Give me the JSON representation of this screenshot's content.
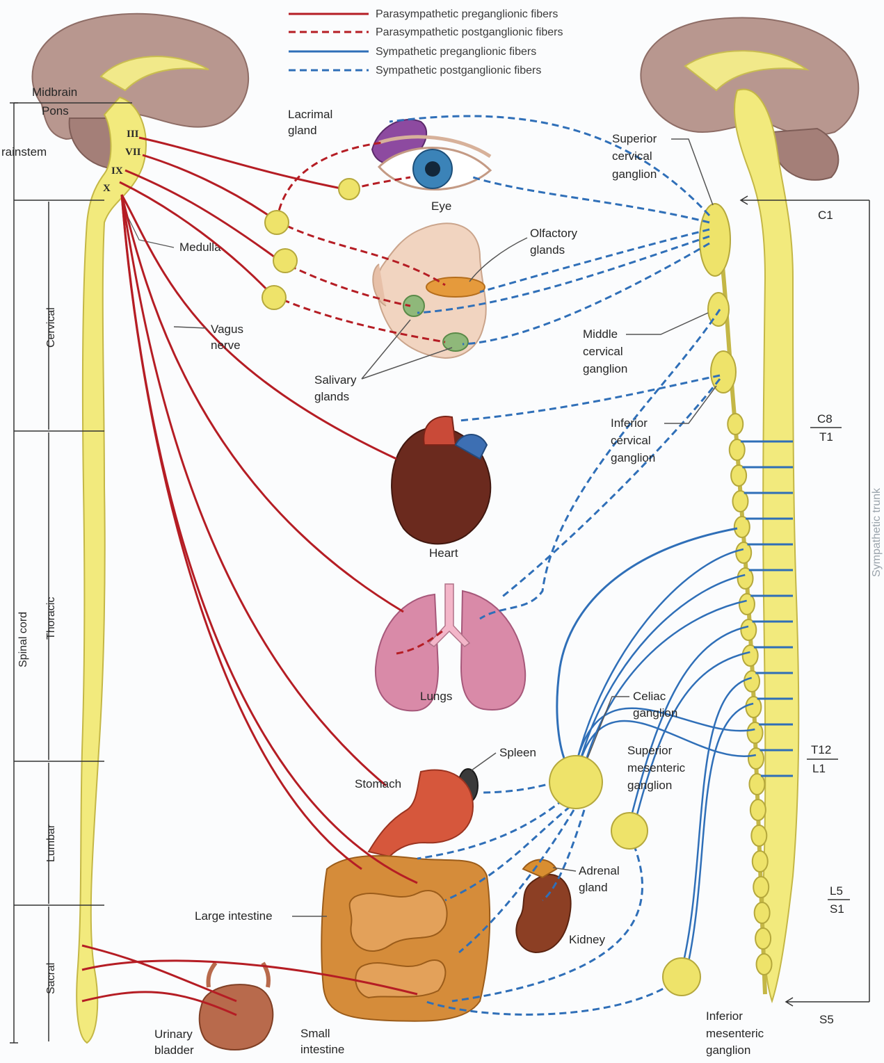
{
  "legend": [
    {
      "label": "Parasympathetic preganglionic fibers",
      "color": "#b51d24",
      "style": "solid"
    },
    {
      "label": "Parasympathetic postganglionic fibers",
      "color": "#b51d24",
      "style": "dashed"
    },
    {
      "label": "Sympathetic preganglionic fibers",
      "color": "#2f6fb8",
      "style": "solid"
    },
    {
      "label": "Sympathetic postganglionic fibers",
      "color": "#2f6fb8",
      "style": "dashed"
    }
  ],
  "colors": {
    "parasympathetic": "#b51d24",
    "sympathetic": "#2f6fb8",
    "spinal_cord": "#f2ea7d",
    "ganglion": "#eee36a",
    "brain": "#b39088"
  },
  "left_labels": {
    "midbrain": "Midbrain",
    "pons": "Pons",
    "brainstem": "rainstem",
    "medulla": "Medulla",
    "cn_3": "III",
    "cn_7": "VII",
    "cn_9": "IX",
    "cn_10": "X",
    "vagus_1": "Vagus",
    "vagus_2": "nerve",
    "spinal_cord": "Spinal cord",
    "cervical": "Cervical",
    "thoracic": "Thoracic",
    "lumbar": "Lumbar",
    "sacral": "Sacral"
  },
  "organs": {
    "lacrimal_1": "Lacrimal",
    "lacrimal_2": "gland",
    "eye": "Eye",
    "olfactory_1": "Olfactory",
    "olfactory_2": "glands",
    "salivary_1": "Salivary",
    "salivary_2": "glands",
    "heart": "Heart",
    "lungs": "Lungs",
    "spleen": "Spleen",
    "stomach": "Stomach",
    "large_intestine": "Large intestine",
    "adrenal_1": "Adrenal",
    "adrenal_2": "gland",
    "kidney": "Kidney",
    "urinary_1": "Urinary",
    "urinary_2": "bladder",
    "small_1": "Small",
    "small_2": "intestine"
  },
  "right_labels": {
    "superior_cervical": [
      "Superior",
      "cervical",
      "ganglion"
    ],
    "middle_cervical": [
      "Middle",
      "cervical",
      "ganglion"
    ],
    "inferior_cervical": [
      "Inferior",
      "cervical",
      "ganglion"
    ],
    "celiac": [
      "Celiac",
      "ganglion"
    ],
    "superior_mesenteric": [
      "Superior",
      "mesenteric",
      "ganglion"
    ],
    "inferior_mesenteric": [
      "Inferior",
      "mesenteric",
      "ganglion"
    ],
    "c1": "C1",
    "c8": "C8",
    "t1": "T1",
    "t12": "T12",
    "l1": "L1",
    "l5": "L5",
    "s1": "S1",
    "s5": "S5",
    "sympathetic_trunk": "Sympathetic trunk"
  }
}
